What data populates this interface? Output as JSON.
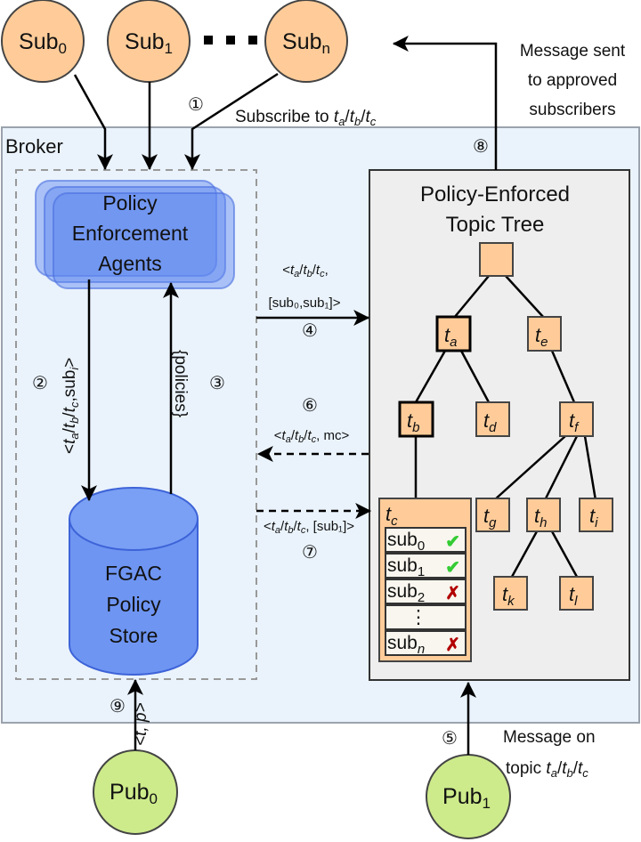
{
  "subscribers": [
    {
      "base": "Sub",
      "sub": "0"
    },
    {
      "base": "Sub",
      "sub": "1"
    },
    {
      "base": "Sub",
      "sub": "n"
    }
  ],
  "ellipsis": "▪ ▪ ▪",
  "publishers": [
    {
      "base": "Pub",
      "sub": "0"
    },
    {
      "base": "Pub",
      "sub": "1"
    }
  ],
  "broker_label": "Broker",
  "pea": {
    "line1": "Policy",
    "line2": "Enforcement",
    "line3": "Agents"
  },
  "store": {
    "line1": "FGAC",
    "line2": "Policy",
    "line3": "Store"
  },
  "tree": {
    "title_line1": "Policy-Enforced",
    "title_line2": "Topic Tree",
    "nodes": {
      "ta": {
        "t": "t",
        "s": "a"
      },
      "te": {
        "t": "t",
        "s": "e"
      },
      "tb": {
        "t": "t",
        "s": "b"
      },
      "td": {
        "t": "t",
        "s": "d"
      },
      "tf": {
        "t": "t",
        "s": "f"
      },
      "tc": {
        "t": "t",
        "s": "c"
      },
      "tg": {
        "t": "t",
        "s": "g"
      },
      "th": {
        "t": "t",
        "s": "h"
      },
      "ti": {
        "t": "t",
        "s": "i"
      },
      "tk": {
        "t": "t",
        "s": "k"
      },
      "tl": {
        "t": "t",
        "s": "l"
      }
    },
    "acl": [
      {
        "base": "sub",
        "sub": "0",
        "status": "✔",
        "allowed": true
      },
      {
        "base": "sub",
        "sub": "1",
        "status": "✔",
        "allowed": true
      },
      {
        "base": "sub",
        "sub": "2",
        "status": "✗",
        "allowed": false
      },
      {
        "base": "⋮",
        "sub": "",
        "status": "",
        "allowed": null
      },
      {
        "base": "sub",
        "sub": "n",
        "status": "✗",
        "allowed": false
      }
    ]
  },
  "steps": {
    "s1": "①",
    "s2": "②",
    "s3": "③",
    "s4": "④",
    "s5": "⑤",
    "s6": "⑥",
    "s7": "⑦",
    "s8": "⑧",
    "s9": "⑨"
  },
  "labels": {
    "subscribe": {
      "text": "Subscribe to ",
      "topic": [
        [
          "t",
          "a"
        ],
        [
          "t",
          "b"
        ],
        [
          "t",
          "c"
        ]
      ]
    },
    "msg_sent": [
      "Message sent",
      "to approved",
      "subscribers"
    ],
    "msg_on": {
      "line1": "Message on",
      "line2": "topic "
    },
    "arrow2": {
      "prefix": "<",
      "suffix": ",sub",
      "subsuffix": "i",
      "end": ">"
    },
    "arrow3": "{policies}",
    "arrow4": {
      "line1_end": ",",
      "line2": "[sub₀,sub₁]>"
    },
    "arrow6": {
      "end": ", mc>"
    },
    "arrow7": {
      "end": ", [sub₁]>"
    },
    "arrow9": {
      "text": "<t, p>"
    }
  },
  "colors": {
    "sub_fill": "#FFCC99",
    "pub_fill": "#CDEB8B",
    "broker_fill": "#EAF3FC",
    "tree_fill": "#EEEEEE",
    "node_fill": "#FFCC99",
    "pea_fill": "#5B86F0",
    "store_fill": "#6E95F2",
    "allow": "#33CC33",
    "deny": "#B20000"
  }
}
